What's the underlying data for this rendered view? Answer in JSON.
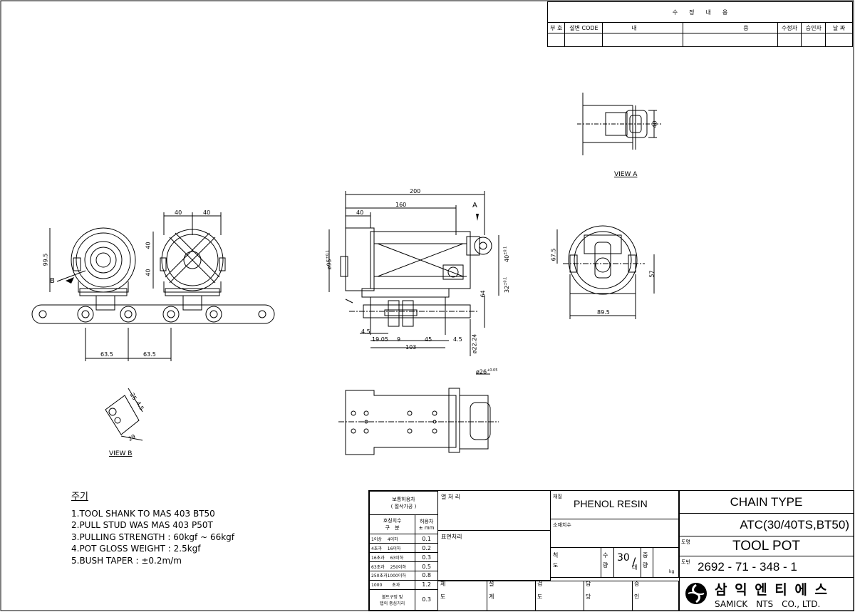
{
  "revision_table": {
    "header": "수　　정　　내　　용",
    "columns": [
      "부 호",
      "설변 CODE",
      "내",
      "용",
      "수정자",
      "승인자",
      "날 짜"
    ]
  },
  "view_a": {
    "label": "VIEW A",
    "dim": "40"
  },
  "view_b": {
    "label": "VIEW B",
    "dims": [
      "25",
      "4.5",
      "29"
    ]
  },
  "front_view": {
    "dims": [
      "40",
      "40",
      "40",
      "40",
      "99.5",
      "63.5",
      "63.5"
    ],
    "b_marker": "B"
  },
  "side_view": {
    "dims": [
      "200",
      "160",
      "40",
      "ø95",
      "40",
      "64",
      "32",
      "4.5",
      "19.05",
      "9",
      "45",
      "4.5",
      "103",
      "ø22.24"
    ],
    "a_marker": "A",
    "tol_95": "±0.1",
    "tol_40": "±0.1",
    "tol_32": "±0.1"
  },
  "end_view": {
    "dims": [
      "67.5",
      "57",
      "89.5"
    ]
  },
  "top_view": {
    "dims": [
      "ø26"
    ],
    "tol": "+0.05"
  },
  "notes": {
    "title": "주기",
    "items": [
      "1.TOOL SHANK TO MAS 403 BT50",
      "2.PULL STUD WAS MAS 403 P50T",
      "3.PULLING STRENGTH : 60kgf ~ 66kgf",
      "4.POT GLOSS WEIGHT : 2.5kgf",
      "5.BUSH TAPER : ±0.2m/m"
    ]
  },
  "title_block": {
    "tol_header": "보통허용차",
    "tol_sub": "( 절삭가공 )",
    "tol_col1": "호칭치수\n구　분",
    "tol_col2": "허용차",
    "tol_unit": "± mm",
    "tol_rows": [
      [
        "1이상　 4이하",
        "0.1"
      ],
      [
        "4초과　 16이하",
        "0.2"
      ],
      [
        "16초과　 63이하",
        "0.3"
      ],
      [
        "63초과　 250이하",
        "0.5"
      ],
      [
        "250초과1000이하",
        "0.8"
      ],
      [
        "1000　　 초과",
        "1.2"
      ]
    ],
    "bolt_label": "볼트구멍 및\n탭의 중심거리",
    "bolt_value": "0.3",
    "heat_treat": "열 처 리",
    "surface": "표면처리",
    "material_label": "재질",
    "material": "PHENOL RESIN",
    "stock_size": "소재치수",
    "scale_label": "척\n도",
    "qty_label": "수\n량",
    "scale": "30",
    "scale_denom": "대",
    "weight_label": "중\n량",
    "weight_unit": "kg",
    "sign_labels": [
      "제\n도",
      "설\n계",
      "검\n도",
      "담\n당",
      "승\n인"
    ],
    "title1": "CHAIN TYPE",
    "title2": "ATC(30/40TS,BT50)",
    "drawing_label": "도명",
    "drawing_name": "TOOL POT",
    "number_label": "도번",
    "drawing_number": "2692 - 71 - 348 - 1",
    "company_kr": "삼 익 엔 티 에 스",
    "company_en": "SAMICK　NTS　CO., LTD."
  }
}
